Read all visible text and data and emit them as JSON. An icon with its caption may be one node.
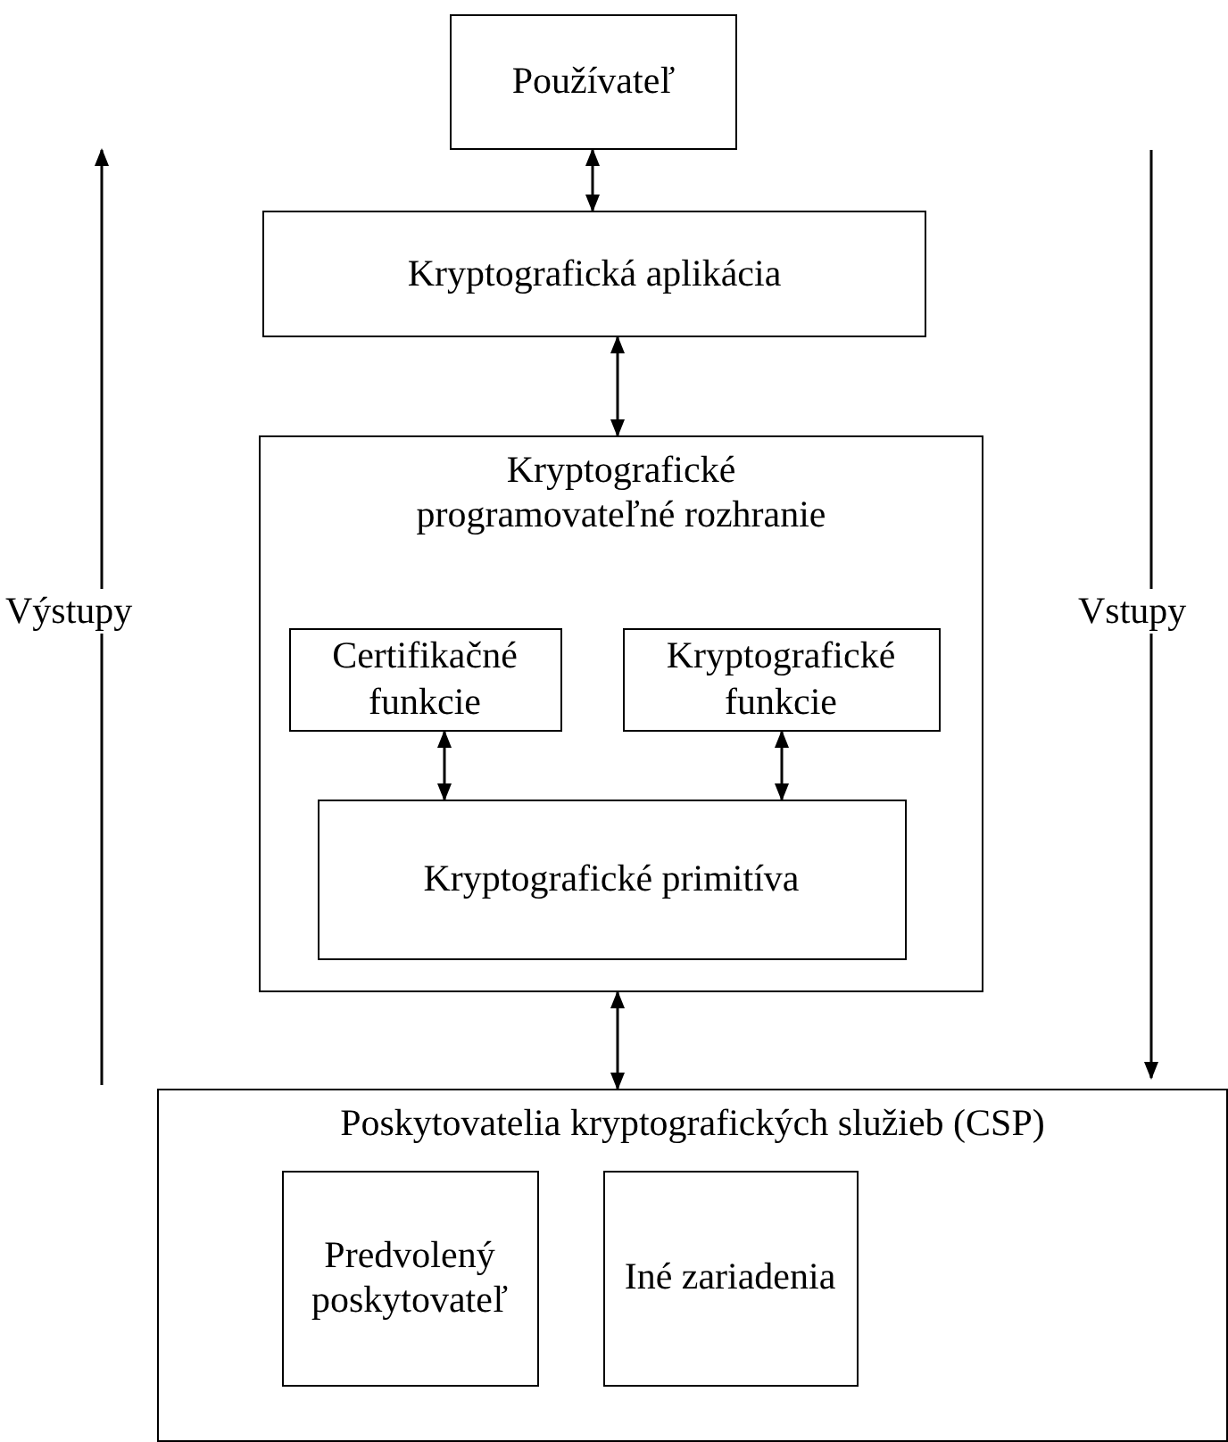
{
  "diagram": {
    "nodes": [
      {
        "text": [
          "Používateľ"
        ]
      },
      {
        "text": [
          "Kryptografická aplikácia"
        ]
      },
      {
        "text": [
          "Kryptografické programovateľné rozhranie"
        ]
      },
      {
        "text": [
          "Certifikačné funkcie"
        ],
        "in": 2
      },
      {
        "text": [
          "Kryptografické funkcie"
        ],
        "in": 2
      },
      {
        "text": [
          "Kryptografické primitíva"
        ],
        "in": 2
      },
      {
        "text": [
          "Poskytovatelia kryptografických služieb (CSP)"
        ]
      },
      {
        "text": [
          "Predvolený poskytovateľ"
        ],
        "in": 6
      },
      {
        "text": [
          "Iné zariadenia"
        ],
        "in": 6
      }
    ],
    "edges": [
      {
        "from": 0,
        "to": 1,
        "arrow": "both"
      },
      {
        "from": 1,
        "to": 2,
        "arrow": "both"
      },
      {
        "from": 3,
        "to": 5,
        "arrow": "both"
      },
      {
        "from": 4,
        "to": 5,
        "arrow": "both"
      },
      {
        "from": 2,
        "to": 6,
        "arrow": "both"
      }
    ],
    "labels": [
      "Výstupy",
      "Vstupy"
    ]
  }
}
